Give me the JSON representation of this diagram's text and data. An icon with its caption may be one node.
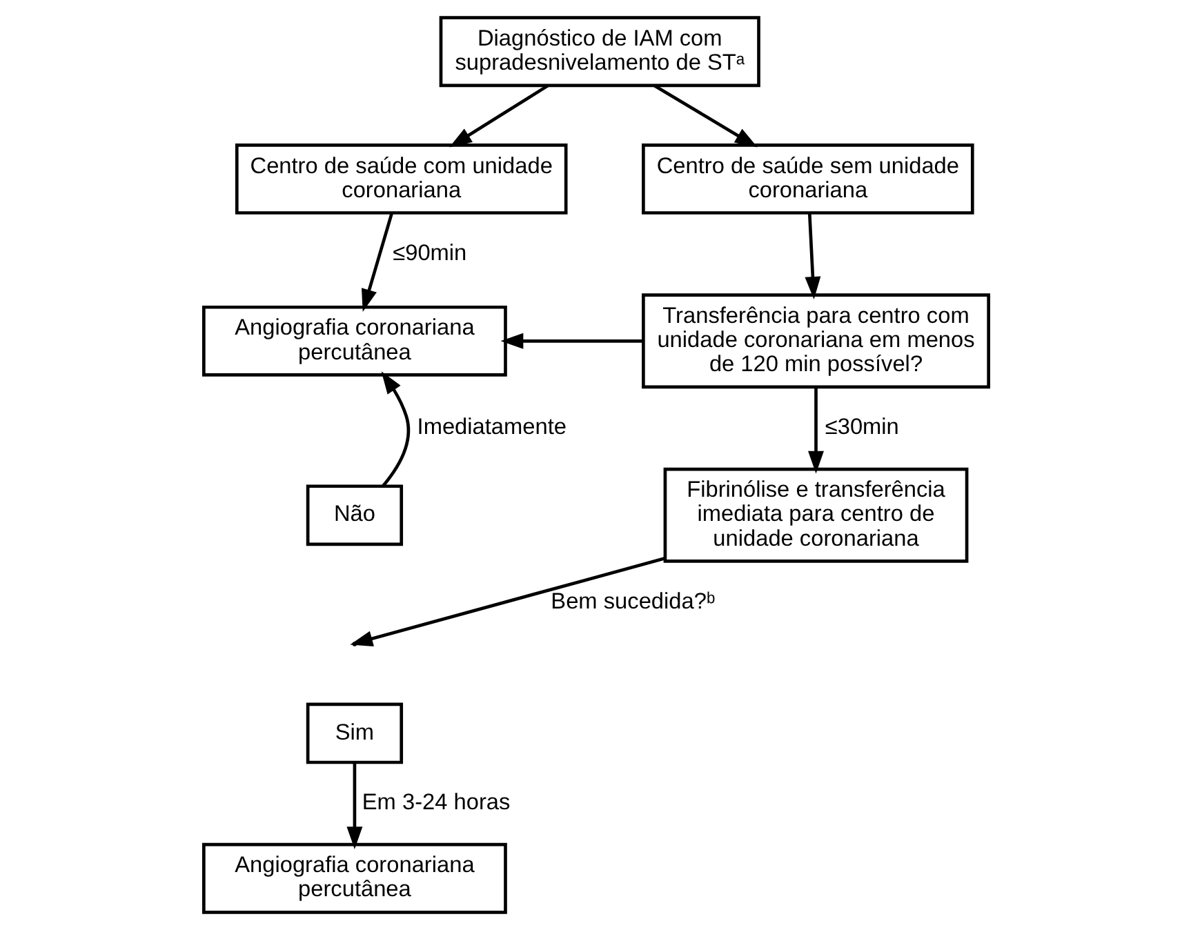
{
  "diagram": {
    "nodes": [
      {
        "text": [
          "Diagnóstico de IAM com supradesnivelamento de STᵃ"
        ]
      },
      {
        "text": [
          "Centro de saúde com unidade coronariana"
        ]
      },
      {
        "text": [
          "Centro de saúde sem unidade coronariana"
        ]
      },
      {
        "text": [
          "Angiografia coronariana percutânea"
        ]
      },
      {
        "text": [
          "Transferência para centro com unidade coronariana em menos de 120 min possível?"
        ]
      },
      {
        "text": [
          "Não"
        ]
      },
      {
        "text": [
          "Fibrinólise e transferência imediata para centro de unidade coronariana"
        ]
      },
      {
        "text": [
          "Sim"
        ]
      },
      {
        "text": [
          "Angiografia coronariana percutânea"
        ]
      }
    ],
    "edges": [
      {
        "from": 0,
        "to": 1,
        "arrow": "to"
      },
      {
        "from": 0,
        "to": 2,
        "arrow": "to"
      },
      {
        "from": 1,
        "to": 3,
        "arrow": "to",
        "label": "≤90min"
      },
      {
        "from": 2,
        "to": 4,
        "arrow": "to"
      },
      {
        "from": 4,
        "to": 3,
        "arrow": "to"
      },
      {
        "from": 5,
        "to": 3,
        "arrow": "to",
        "label": "Imediatamente"
      },
      {
        "from": 4,
        "to": 6,
        "arrow": "to",
        "label": "≤30min"
      },
      {
        "from": 6,
        "to": null,
        "arrow": "to",
        "label": "Bem sucedida?ᵇ"
      },
      {
        "from": 7,
        "to": 8,
        "arrow": "to",
        "label": "Em 3-24 horas"
      }
    ]
  }
}
